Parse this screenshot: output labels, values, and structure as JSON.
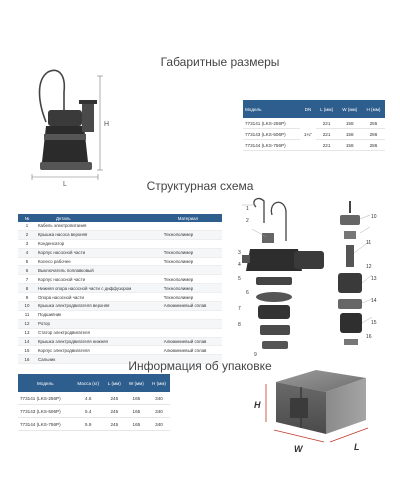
{
  "sections": {
    "dimensions_title": "Габаритные размеры",
    "structure_title": "Структурная схема",
    "packing_title": "Информация об упаковке"
  },
  "dimensions_drawing": {
    "label_h": "H",
    "label_l": "L"
  },
  "dimensions_table": {
    "headers": [
      "Модель",
      "DN",
      "L (мм)",
      "W (мм)",
      "H (мм)"
    ],
    "dn": "1¼\"",
    "rows": [
      {
        "model": "773141 (LKS-256P)",
        "l": "221",
        "w": "158",
        "h": "255"
      },
      {
        "model": "773143 (LKS-506P)",
        "l": "221",
        "w": "158",
        "h": "286"
      },
      {
        "model": "773144 (LKS-756P)",
        "l": "221",
        "w": "158",
        "h": "286"
      }
    ]
  },
  "parts_table": {
    "headers": [
      "№",
      "Деталь",
      "Материал"
    ],
    "rows": [
      {
        "n": "1",
        "part": "Кабель электропитания",
        "material": ""
      },
      {
        "n": "2",
        "part": "Крышка насоса верхняя",
        "material": "Технополимер"
      },
      {
        "n": "3",
        "part": "Конденсатор",
        "material": ""
      },
      {
        "n": "4",
        "part": "Корпус насосной части",
        "material": "Технополимер"
      },
      {
        "n": "5",
        "part": "Колесо рабочее",
        "material": "Технополимер"
      },
      {
        "n": "6",
        "part": "Выключатель поплавковый",
        "material": ""
      },
      {
        "n": "7",
        "part": "Корпус насосной части",
        "material": "Технополимер"
      },
      {
        "n": "8",
        "part": "Нижняя опора насосной части с диффузором",
        "material": "Технополимер"
      },
      {
        "n": "9",
        "part": "Опора насосной части",
        "material": "Технополимер"
      },
      {
        "n": "10",
        "part": "Крышка электродвигателя верхняя",
        "material": "Алюминиевый сплав"
      },
      {
        "n": "11",
        "part": "Подшипник",
        "material": ""
      },
      {
        "n": "12",
        "part": "Ротор",
        "material": ""
      },
      {
        "n": "13",
        "part": "Статор электродвигателя",
        "material": ""
      },
      {
        "n": "14",
        "part": "Крышка электродвигателя нижняя",
        "material": "Алюминиевый сплав"
      },
      {
        "n": "15",
        "part": "Корпус электродвигателя",
        "material": "Алюминиевый сплав"
      },
      {
        "n": "16",
        "part": "Сальник",
        "material": ""
      }
    ]
  },
  "exploded_view": {
    "callouts": [
      "1",
      "2",
      "3",
      "4",
      "5",
      "6",
      "7",
      "8",
      "9",
      "10",
      "11",
      "12",
      "13",
      "14",
      "15",
      "16"
    ]
  },
  "packing_table": {
    "headers": [
      "Модель",
      "Масса (кг)",
      "L (мм)",
      "W (мм)",
      "H (мм)"
    ],
    "rows": [
      {
        "model": "773141 (LKS-256P)",
        "mass": "4.6",
        "l": "245",
        "w": "165",
        "h": "340"
      },
      {
        "model": "773143 (LKS-506P)",
        "mass": "5.4",
        "l": "245",
        "w": "165",
        "h": "340"
      },
      {
        "model": "773144 (LKS-756P)",
        "mass": "5.9",
        "l": "245",
        "w": "165",
        "h": "340"
      }
    ]
  },
  "box_drawing": {
    "label_h": "H",
    "label_w": "W",
    "label_l": "L"
  },
  "colors": {
    "table_header": "#2e5e8e",
    "line": "#e6e6e6",
    "accent_red": "#c0392b"
  }
}
